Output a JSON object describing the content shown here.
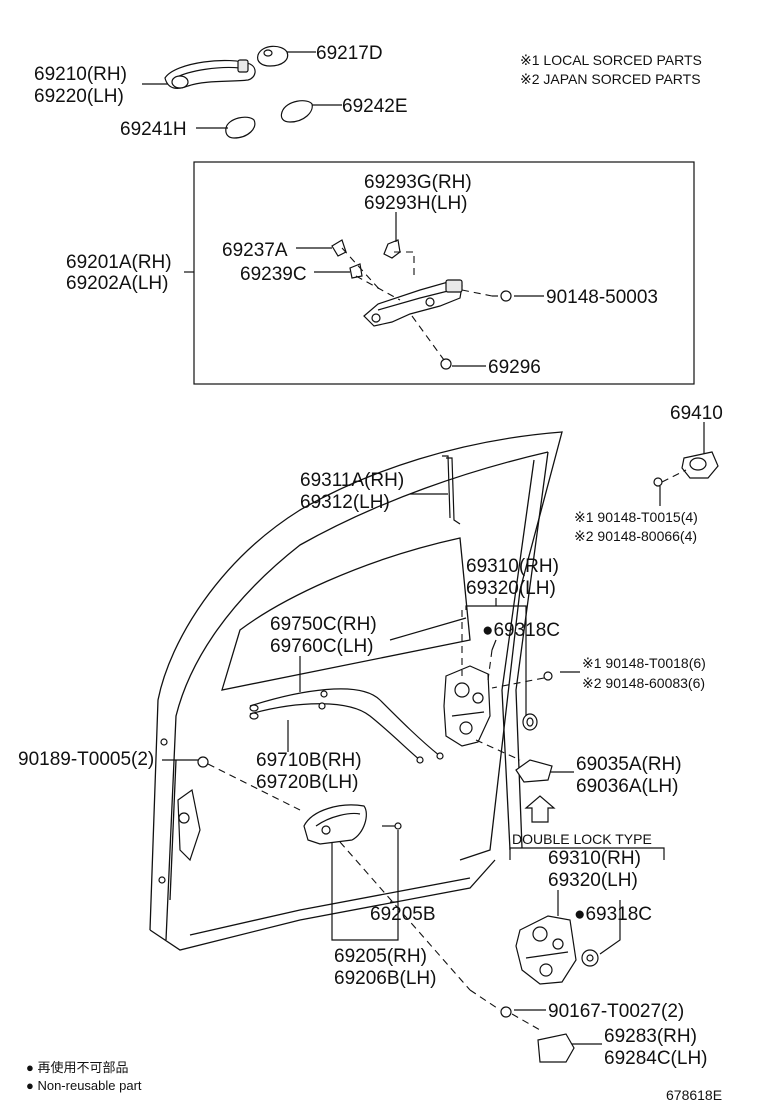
{
  "legend_notes": {
    "note1": "※1 LOCAL SORCED PARTS",
    "note2": "※2 JAPAN SORCED PARTS"
  },
  "parts": {
    "p69217D": "69217D",
    "p69210_1": "69210(RH)",
    "p69210_2": "69220(LH)",
    "p69242E": "69242E",
    "p69241H": "69241H",
    "p69293_1": "69293G(RH)",
    "p69293_2": "69293H(LH)",
    "p69237A": "69237A",
    "p69201_1": "69201A(RH)",
    "p69201_2": "69202A(LH)",
    "p69239C": "69239C",
    "p90148_50003": "90148-50003",
    "p69296": "69296",
    "p69410": "69410",
    "p69311_1": "69311A(RH)",
    "p69311_2": "69312(LH)",
    "p90148_T0015_1": "※1 90148-T0015(4)",
    "p90148_T0015_2": "※2 90148-80066(4)",
    "p69310_1": "69310(RH)",
    "p69310_2": "69320(LH)",
    "p69750_1": "69750C(RH)",
    "p69750_2": "69760C(LH)",
    "p69318C": "●69318C",
    "p90148_T0018_1": "※1 90148-T0018(6)",
    "p90148_T0018_2": "※2 90148-60083(6)",
    "p69710_1": "69710B(RH)",
    "p69710_2": "69720B(LH)",
    "p90189": "90189-T0005(2)",
    "p69035_1": "69035A(RH)",
    "p69035_2": "69036A(LH)",
    "double_lock_title": "DOUBLE LOCK TYPE",
    "p69310b_1": "69310(RH)",
    "p69310b_2": "69320(LH)",
    "p69318Cb": "●69318C",
    "p69205B": "69205B",
    "p69205_1": "69205(RH)",
    "p69205_2": "69206B(LH)",
    "p90167": "90167-T0027(2)",
    "p69283_1": "69283(RH)",
    "p69283_2": "69284C(LH)"
  },
  "footer": {
    "nonreusable_jp": "● 再使用不可部品",
    "nonreusable_en": "● Non-reusable part",
    "diagram_id": "678618E"
  }
}
